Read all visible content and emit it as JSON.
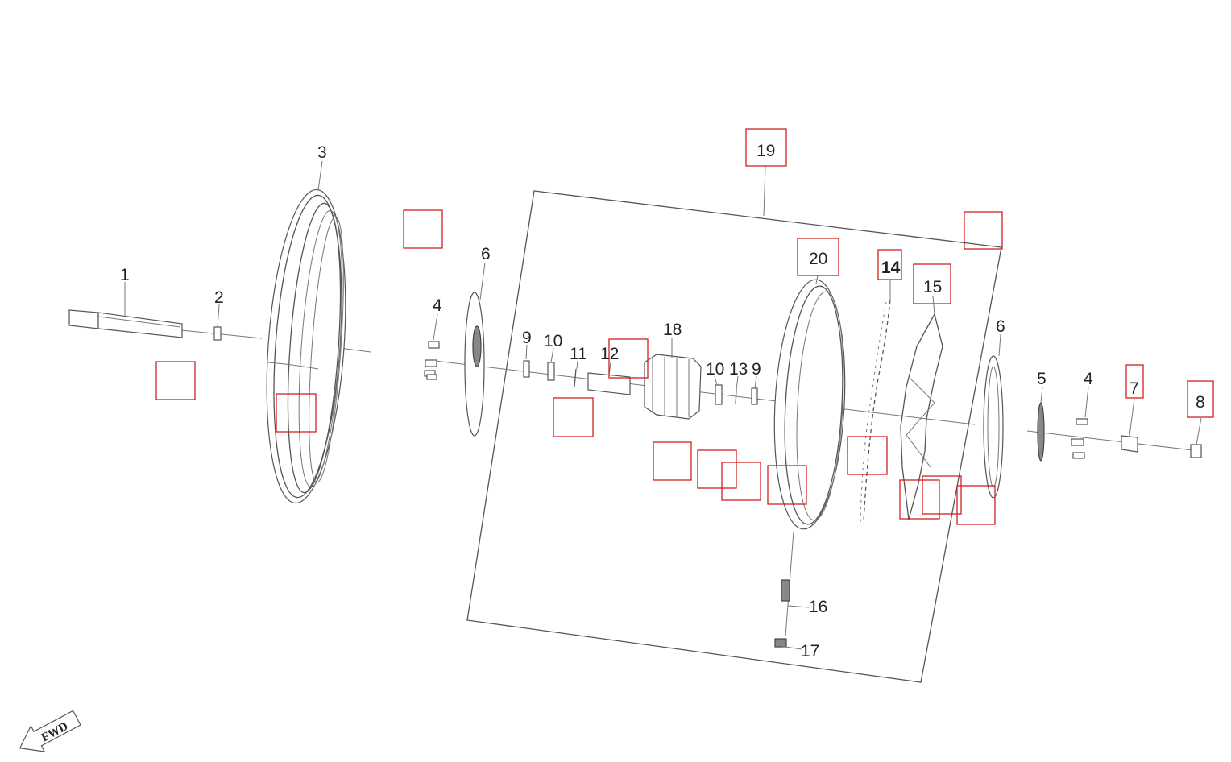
{
  "callouts": {
    "c1": "1",
    "c2": "2",
    "c3": "3",
    "c4a": "4",
    "c4b": "4",
    "c5": "5",
    "c6a": "6",
    "c6b": "6",
    "c7": "7",
    "c8": "8",
    "c9a": "9",
    "c9b": "9",
    "c10a": "10",
    "c10b": "10",
    "c11": "11",
    "c12": "12",
    "c13": "13",
    "c14": "14",
    "c15": "15",
    "c16": "16",
    "c17": "17",
    "c18": "18",
    "c19": "19",
    "c20": "20"
  },
  "fwd_label": "FWD",
  "colors": {
    "highlight": "#d42020",
    "linework": "#555555"
  }
}
